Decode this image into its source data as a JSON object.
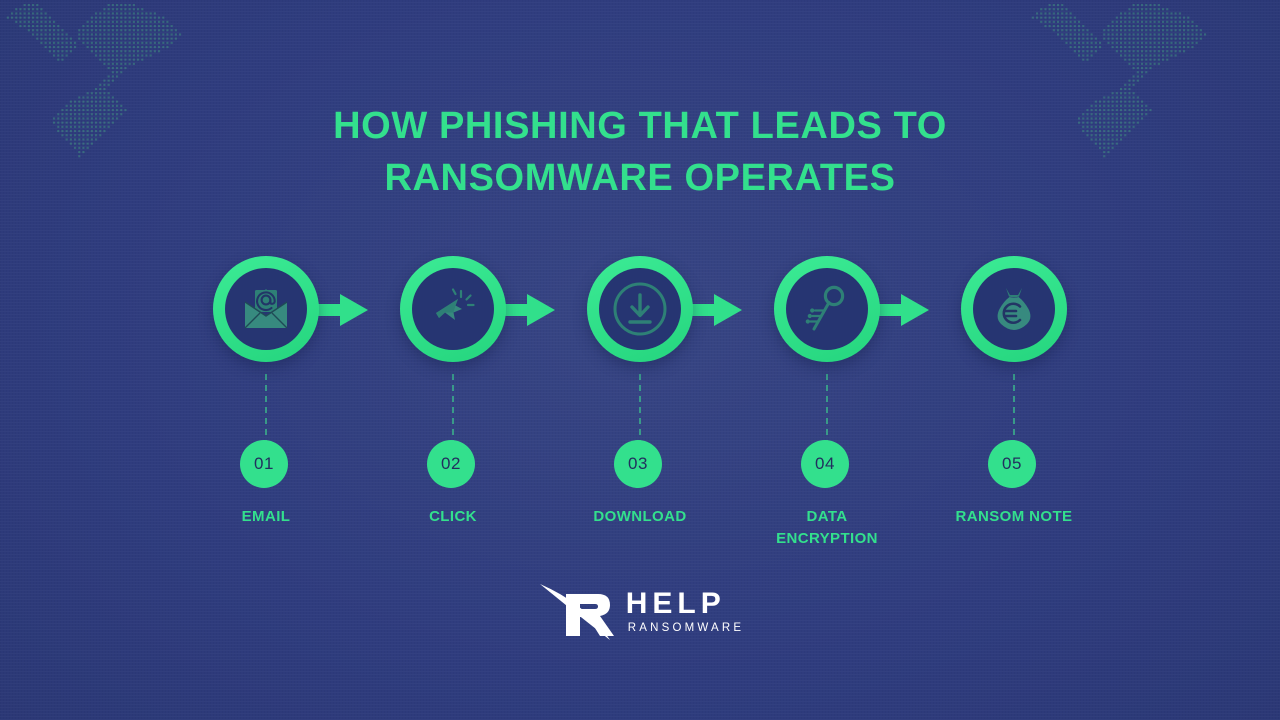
{
  "theme": {
    "background": "#2f3c7e",
    "accent_green": "#33e08d",
    "icon_teal": "#2e8076",
    "circle_navy": "#263572",
    "logo_white": "#ffffff"
  },
  "title": {
    "line1": "HOW PHISHING THAT LEADS TO",
    "line2": "RANSOMWARE OPERATES"
  },
  "steps": [
    {
      "number": "01",
      "label": "EMAIL",
      "icon": "email-at-envelope-icon",
      "has_arrow": true
    },
    {
      "number": "02",
      "label": "CLICK",
      "icon": "cursor-click-icon",
      "has_arrow": true
    },
    {
      "number": "03",
      "label": "DOWNLOAD",
      "icon": "download-circle-icon",
      "has_arrow": true
    },
    {
      "number": "04",
      "label": "DATA\nENCRYPTION",
      "icon": "digital-key-icon",
      "has_arrow": true
    },
    {
      "number": "05",
      "label": "RANSOM NOTE",
      "icon": "money-bag-euro-icon",
      "has_arrow": false
    }
  ],
  "logo": {
    "mark": "help-ransomware-r-swoosh-logo",
    "primary": "HELP",
    "secondary": "RANSOMWARE"
  }
}
